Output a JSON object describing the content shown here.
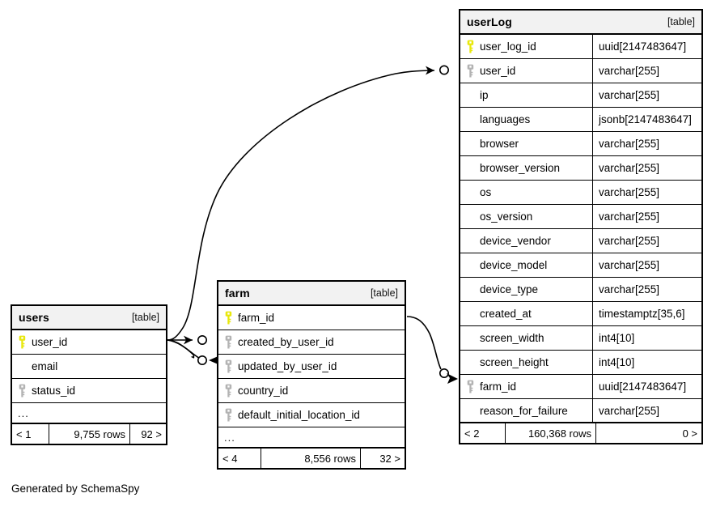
{
  "diagram": {
    "caption": "Generated by SchemaSpy",
    "table_tag": "[table]",
    "ellipsis": "...",
    "colors": {
      "primary_key": "#e8e80c",
      "foreign_key": "#b3b3b3",
      "header_bg": "#f2f2f2",
      "border": "#000000",
      "background": "#ffffff"
    }
  },
  "tables": {
    "userlog": {
      "name": "userLog",
      "tag": "[table]",
      "columns": [
        {
          "name": "user_log_id",
          "type": "uuid[2147483647]",
          "key": "primary"
        },
        {
          "name": "user_id",
          "type": "varchar[255]",
          "key": "foreign"
        },
        {
          "name": "ip",
          "type": "varchar[255]",
          "key": "none"
        },
        {
          "name": "languages",
          "type": "jsonb[2147483647]",
          "key": "none"
        },
        {
          "name": "browser",
          "type": "varchar[255]",
          "key": "none"
        },
        {
          "name": "browser_version",
          "type": "varchar[255]",
          "key": "none"
        },
        {
          "name": "os",
          "type": "varchar[255]",
          "key": "none"
        },
        {
          "name": "os_version",
          "type": "varchar[255]",
          "key": "none"
        },
        {
          "name": "device_vendor",
          "type": "varchar[255]",
          "key": "none"
        },
        {
          "name": "device_model",
          "type": "varchar[255]",
          "key": "none"
        },
        {
          "name": "device_type",
          "type": "varchar[255]",
          "key": "none"
        },
        {
          "name": "created_at",
          "type": "timestamptz[35,6]",
          "key": "none"
        },
        {
          "name": "screen_width",
          "type": "int4[10]",
          "key": "none"
        },
        {
          "name": "screen_height",
          "type": "int4[10]",
          "key": "none"
        },
        {
          "name": "farm_id",
          "type": "uuid[2147483647]",
          "key": "foreign"
        },
        {
          "name": "reason_for_failure",
          "type": "varchar[255]",
          "key": "none"
        }
      ],
      "has_ellipsis": false,
      "footer": {
        "left": "< 2",
        "rows": "160,368 rows",
        "right": "0 >"
      }
    },
    "users": {
      "name": "users",
      "tag": "[table]",
      "columns": [
        {
          "name": "user_id",
          "key": "primary"
        },
        {
          "name": "email",
          "key": "none"
        },
        {
          "name": "status_id",
          "key": "foreign"
        }
      ],
      "has_ellipsis": true,
      "footer": {
        "left": "< 1",
        "rows": "9,755 rows",
        "right": "92 >"
      }
    },
    "farm": {
      "name": "farm",
      "tag": "[table]",
      "columns": [
        {
          "name": "farm_id",
          "key": "primary"
        },
        {
          "name": "created_by_user_id",
          "key": "foreign"
        },
        {
          "name": "updated_by_user_id",
          "key": "foreign"
        },
        {
          "name": "country_id",
          "key": "foreign"
        },
        {
          "name": "default_initial_location_id",
          "key": "foreign"
        }
      ],
      "has_ellipsis": true,
      "footer": {
        "left": "< 4",
        "rows": "8,556 rows",
        "right": "32 >"
      }
    }
  },
  "relationships": [
    {
      "name": "users-to-userlog-user-id",
      "from": "users.user_id",
      "to": "userLog.user_id",
      "cardinality": "zero-or-many"
    },
    {
      "name": "users-to-farm-created-by",
      "from": "users.user_id",
      "to": "farm.created_by_user_id",
      "cardinality": "zero-or-many"
    },
    {
      "name": "users-to-farm-updated-by",
      "from": "users.user_id",
      "to": "farm.updated_by_user_id",
      "cardinality": "zero-or-many"
    },
    {
      "name": "farm-to-userlog-farm-id",
      "from": "farm.farm_id",
      "to": "userLog.farm_id",
      "cardinality": "zero-or-many"
    }
  ]
}
